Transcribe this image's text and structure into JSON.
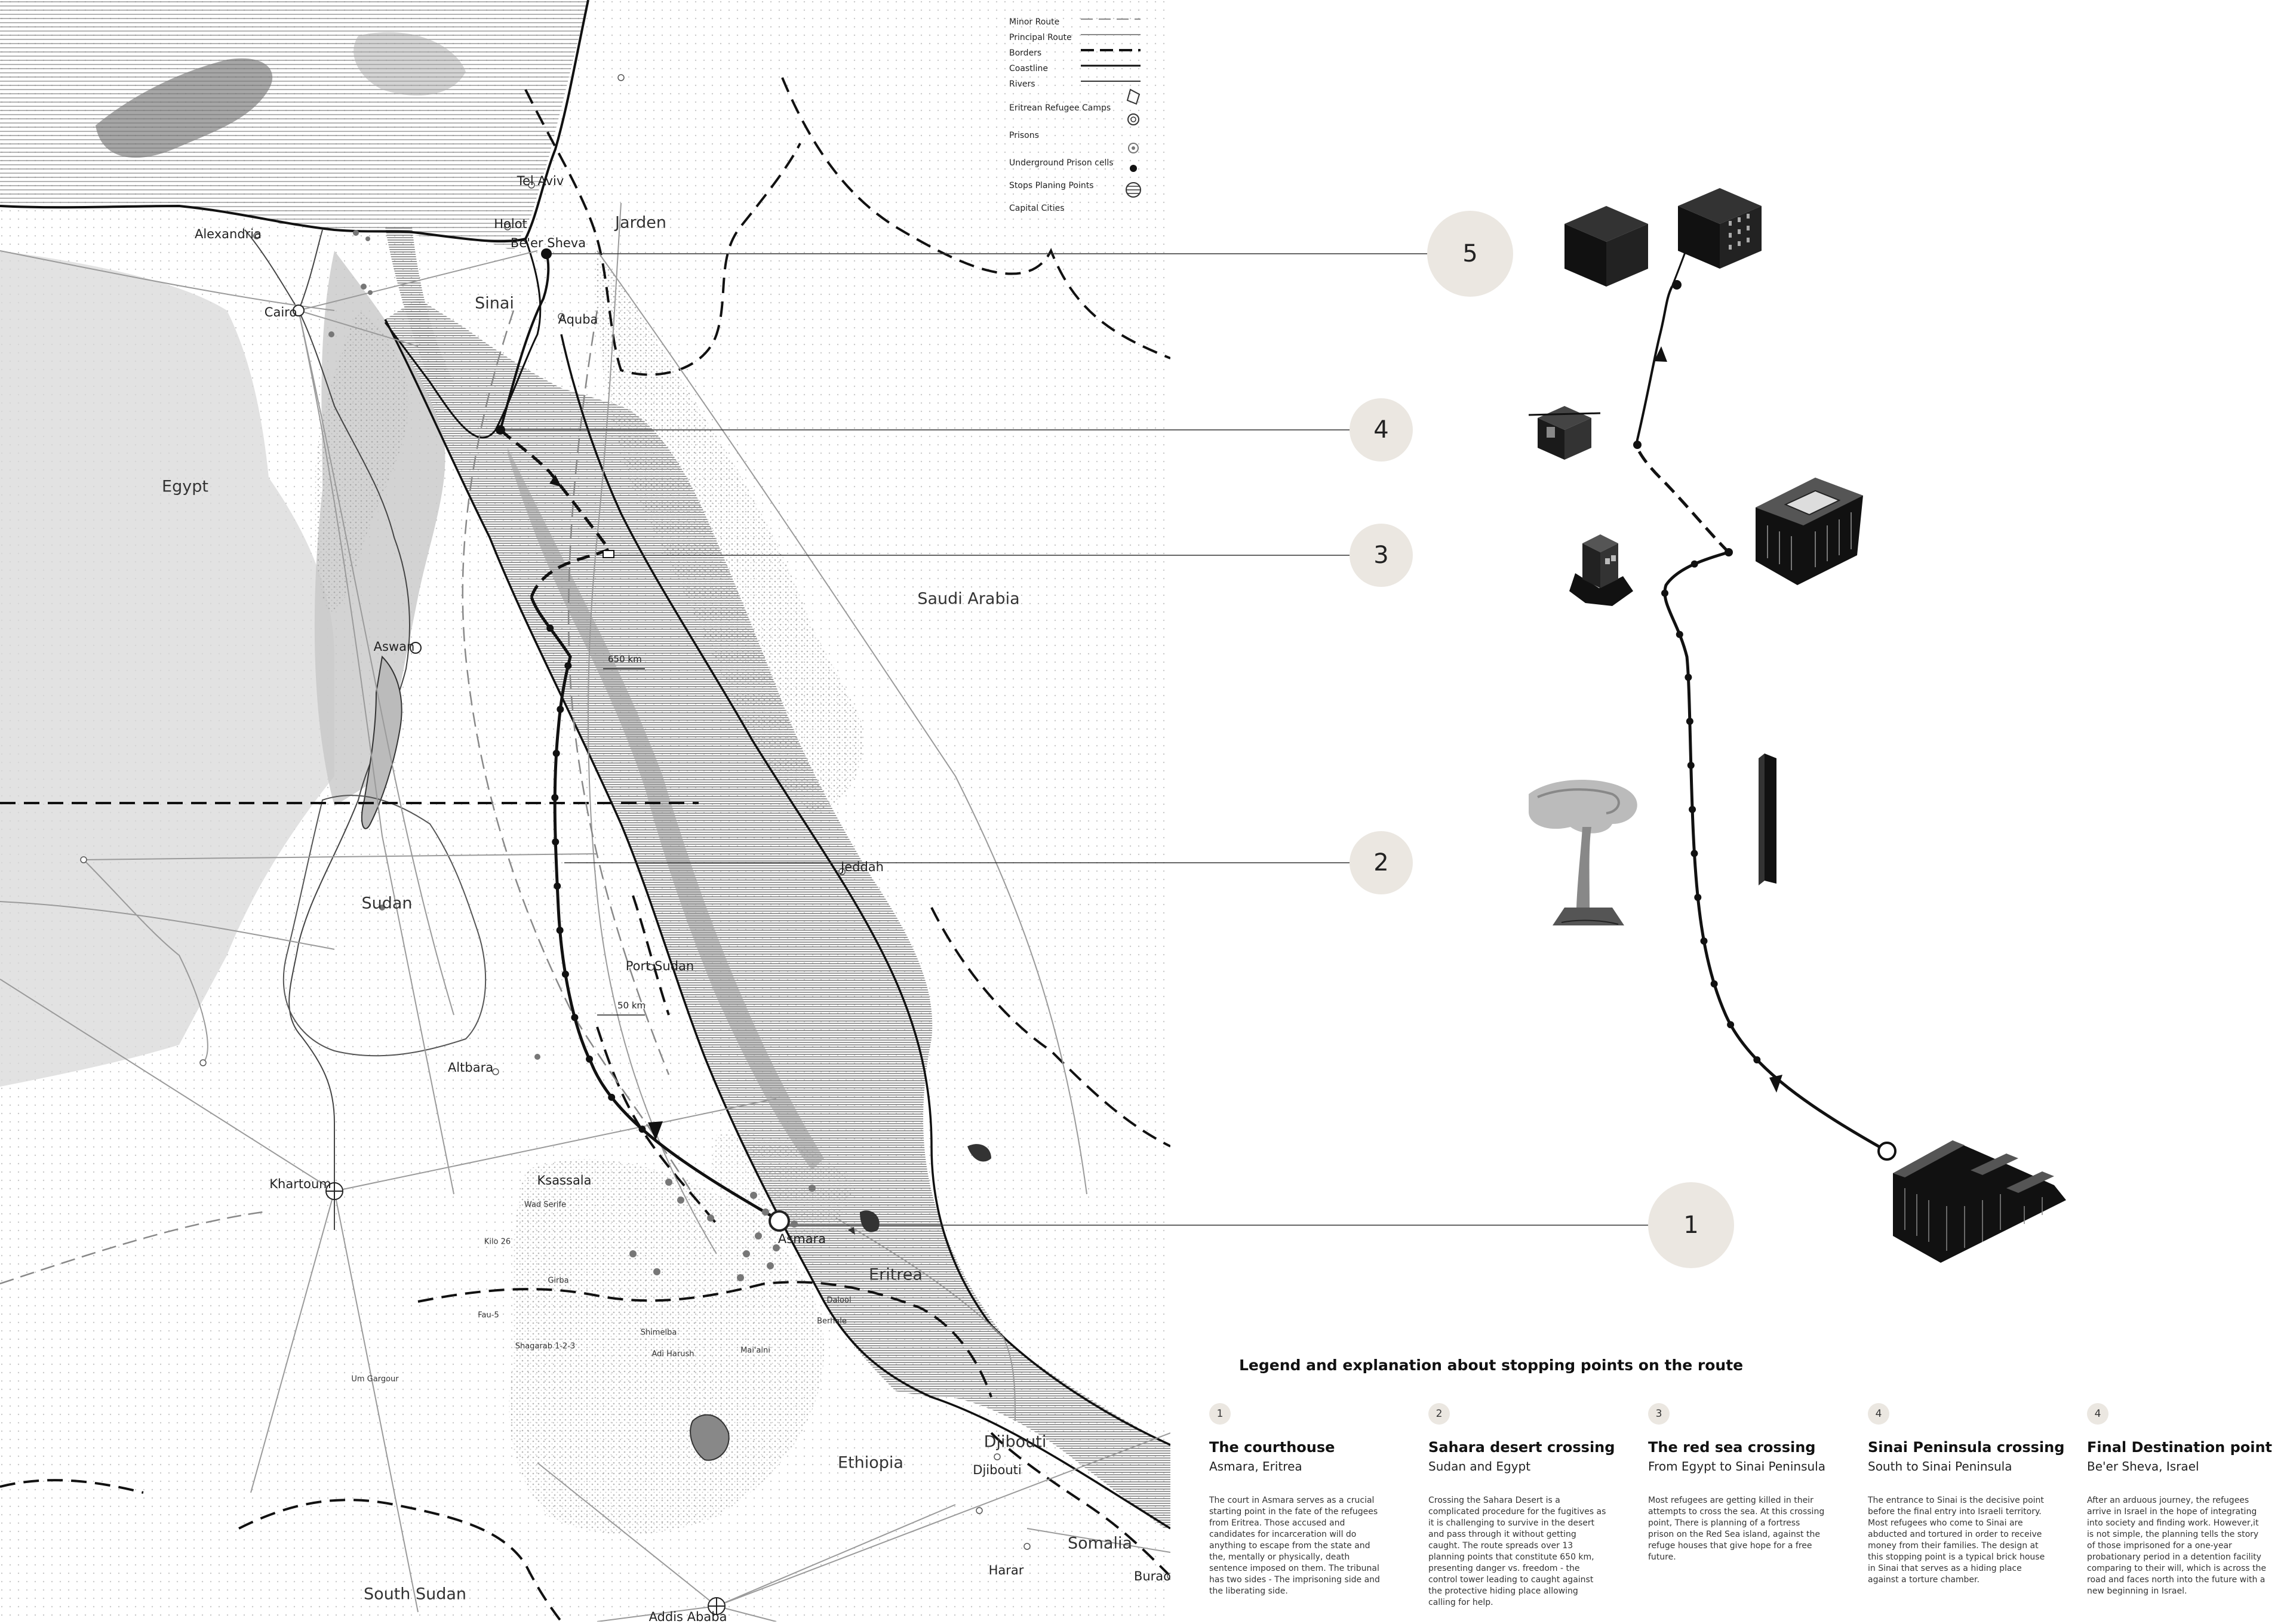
{
  "legend": {
    "items": [
      {
        "label": "Minor Route",
        "symbol": "minor-route"
      },
      {
        "label": "Principal Route",
        "symbol": "principal-route"
      },
      {
        "label": "Borders",
        "symbol": "border"
      },
      {
        "label": "Coastline",
        "symbol": "coastline"
      },
      {
        "label": "Rivers",
        "symbol": "river"
      },
      {
        "label": "Eritrean Refugee Camps",
        "symbol": "refugee-camp-icon"
      },
      {
        "label": "Prisons",
        "symbol": "prison-icon"
      },
      {
        "label": "Underground Prison cells",
        "symbol": "underground-cell-icon"
      },
      {
        "label": "Stops Planing Points",
        "symbol": "stop-point-icon"
      },
      {
        "label": "Capital Cities",
        "symbol": "capital-city-icon"
      }
    ]
  },
  "map": {
    "countries": {
      "egypt": "Egypt",
      "sudan": "Sudan",
      "sinai": "Sinai",
      "jarden": "Jarden",
      "saudi_arabia": "Saudi Arabia",
      "eritrea": "Eritrea",
      "ethiopia": "Ethiopia",
      "djibouti": "Djibouti",
      "somalia": "Somalia",
      "south_sudan": "South Sudan"
    },
    "cities": {
      "tel_aviv": "Tel Aviv",
      "alexandria": "Alexandria",
      "holot": "Holot",
      "beer_sheva": "Be'er Sheva",
      "cairo": "Cairo",
      "aquba": "Aquba",
      "aswan": "Aswan",
      "jeddah": "Jeddah",
      "port_sudan": "Port Sudan",
      "altbara": "Altbara",
      "khartoum": "Khartoum",
      "ksassala": "Ksassala",
      "asmara": "Asmara",
      "djibouti_city": "Djibouti",
      "harar": "Harar",
      "burao": "Burao",
      "addis_ababa": "Addis Ababa"
    },
    "camps": {
      "wad_serife": "Wad Serife",
      "kilo_26": "Kilo 26",
      "girba": "Girba",
      "fau_5": "Fau-5",
      "shagarab": "Shagarab 1-2-3",
      "um_gargour": "Um Gargour",
      "shimelba": "Shimelba",
      "adi_harush": "Adi Harush",
      "mai_aini": "Mai'aini",
      "dalool": "Dalool",
      "berhale": "Berhale"
    },
    "distances": {
      "d650": "650 km",
      "d50": "50 km"
    }
  },
  "stops": [
    "1",
    "2",
    "3",
    "4",
    "5"
  ],
  "explanation": {
    "title": "Legend and explanation about stopping points on the route",
    "columns": [
      {
        "number": "1",
        "title": "The courthouse",
        "subtitle": "Asmara, Eritrea",
        "body": "The court in Asmara serves as a crucial starting point in the fate of the refugees from Eritrea. Those accused and candidates for incarceration will do anything to escape from the state and the, mentally or physically, death sentence imposed on them. The tribunal has two sides - The imprisoning side and the liberating side."
      },
      {
        "number": "2",
        "title": "Sahara desert crossing",
        "subtitle": "Sudan and Egypt",
        "body": "Crossing the Sahara Desert is a complicated procedure for the fugitives as it is challenging to survive in the desert and pass through it without getting caught. The route spreads over 13 planning points that constitute 650 km, presenting danger vs. freedom - the control tower leading to caught against the protective hiding place allowing calling for help."
      },
      {
        "number": "3",
        "title": "The red sea crossing",
        "subtitle": "From Egypt to Sinai Peninsula",
        "body": "Most refugees are getting killed in their attempts to cross the sea. At this crossing point, There is planning of a fortress prison on the Red Sea island, against the refuge houses that give hope for a free future."
      },
      {
        "number": "4",
        "title": "Sinai Peninsula crossing",
        "subtitle": "South to Sinai Peninsula",
        "body": "The entrance to Sinai is the decisive point before the final entry into Israeli territory. Most refugees who come to Sinai are abducted and tortured in order to receive money from their families. The design at this stopping point is a typical brick house in Sinai that serves as a hiding place against a torture chamber."
      },
      {
        "number": "4",
        "title": "Final Destination point",
        "subtitle": "Be'er Sheva, Israel",
        "body": "After an arduous journey, the refugees arrive in Israel in the hope of integrating into society and finding work. However,it is not simple, the planning tells the story of those imprisoned for a one-year probationary period in a detention facility comparing to their will, which is across the road and faces north into the future with a new beginning in Israel."
      }
    ]
  }
}
